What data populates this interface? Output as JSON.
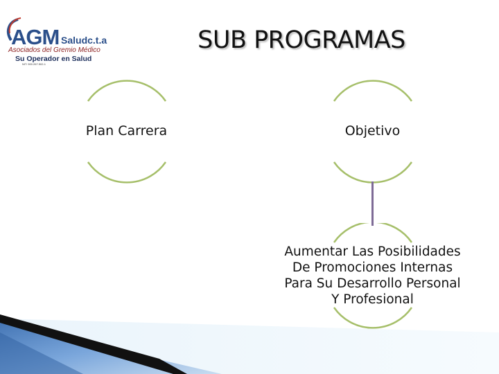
{
  "logo": {
    "name": "AGM",
    "suffix": "Saludc.t.a",
    "line1": "Asociados del Gremio Médico",
    "line2": "Su Operador en Salud",
    "nit": "NIT: 900.267.502-1"
  },
  "title": "SUB PROGRAMAS",
  "nodes": {
    "plan": "Plan Carrera",
    "objetivo": "Objetivo",
    "description_lines": [
      "Aumentar Las Posibilidades",
      "De Promociones Internas",
      "Para Su Desarrollo Personal",
      "Y Profesional"
    ]
  },
  "colors": {
    "arc": "#a6bf6a",
    "connector": "#7e6b96",
    "title_shadow": "#bdbdbd",
    "footer_blue": "#5a8ecf"
  }
}
